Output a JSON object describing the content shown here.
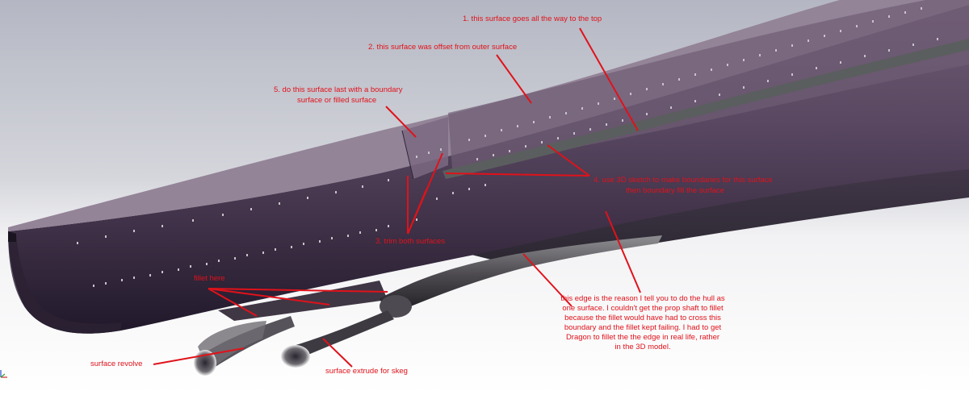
{
  "annotations": {
    "note_1": "1. this surface goes all the way to the top",
    "note_2": "2. this surface was offset from outer surface",
    "note_5_line1": "5. do this surface last with a boundary",
    "note_5_line2": "surface or filled surface",
    "note_4_line1": "4. use 3D sketch to make boundaries for this surface",
    "note_4_line2": "then boundary fill the surface",
    "note_3": "3. trim both surfaces",
    "note_fillet": "fillet here",
    "note_edge_lines": [
      "this edge is the reason I tell you to do the hull as",
      "one surface. I couldn't get the prop shaft to fillet",
      "because the fillet would have had to cross this",
      "boundary and the fillet kept failing. I had to get",
      "Dragon to fillet the the edge in real life, rather",
      "in the 3D model."
    ],
    "note_revolve": "surface revolve",
    "note_skeg": "surface extrude for skeg"
  },
  "colors": {
    "hull": "#4a3a52",
    "hull_light": "#6c5a72",
    "deck": "#86768c",
    "strip": "#5b5e5e",
    "annotation": "#e0121a"
  },
  "icons": {
    "corner_axis": "axis-triad-icon"
  }
}
